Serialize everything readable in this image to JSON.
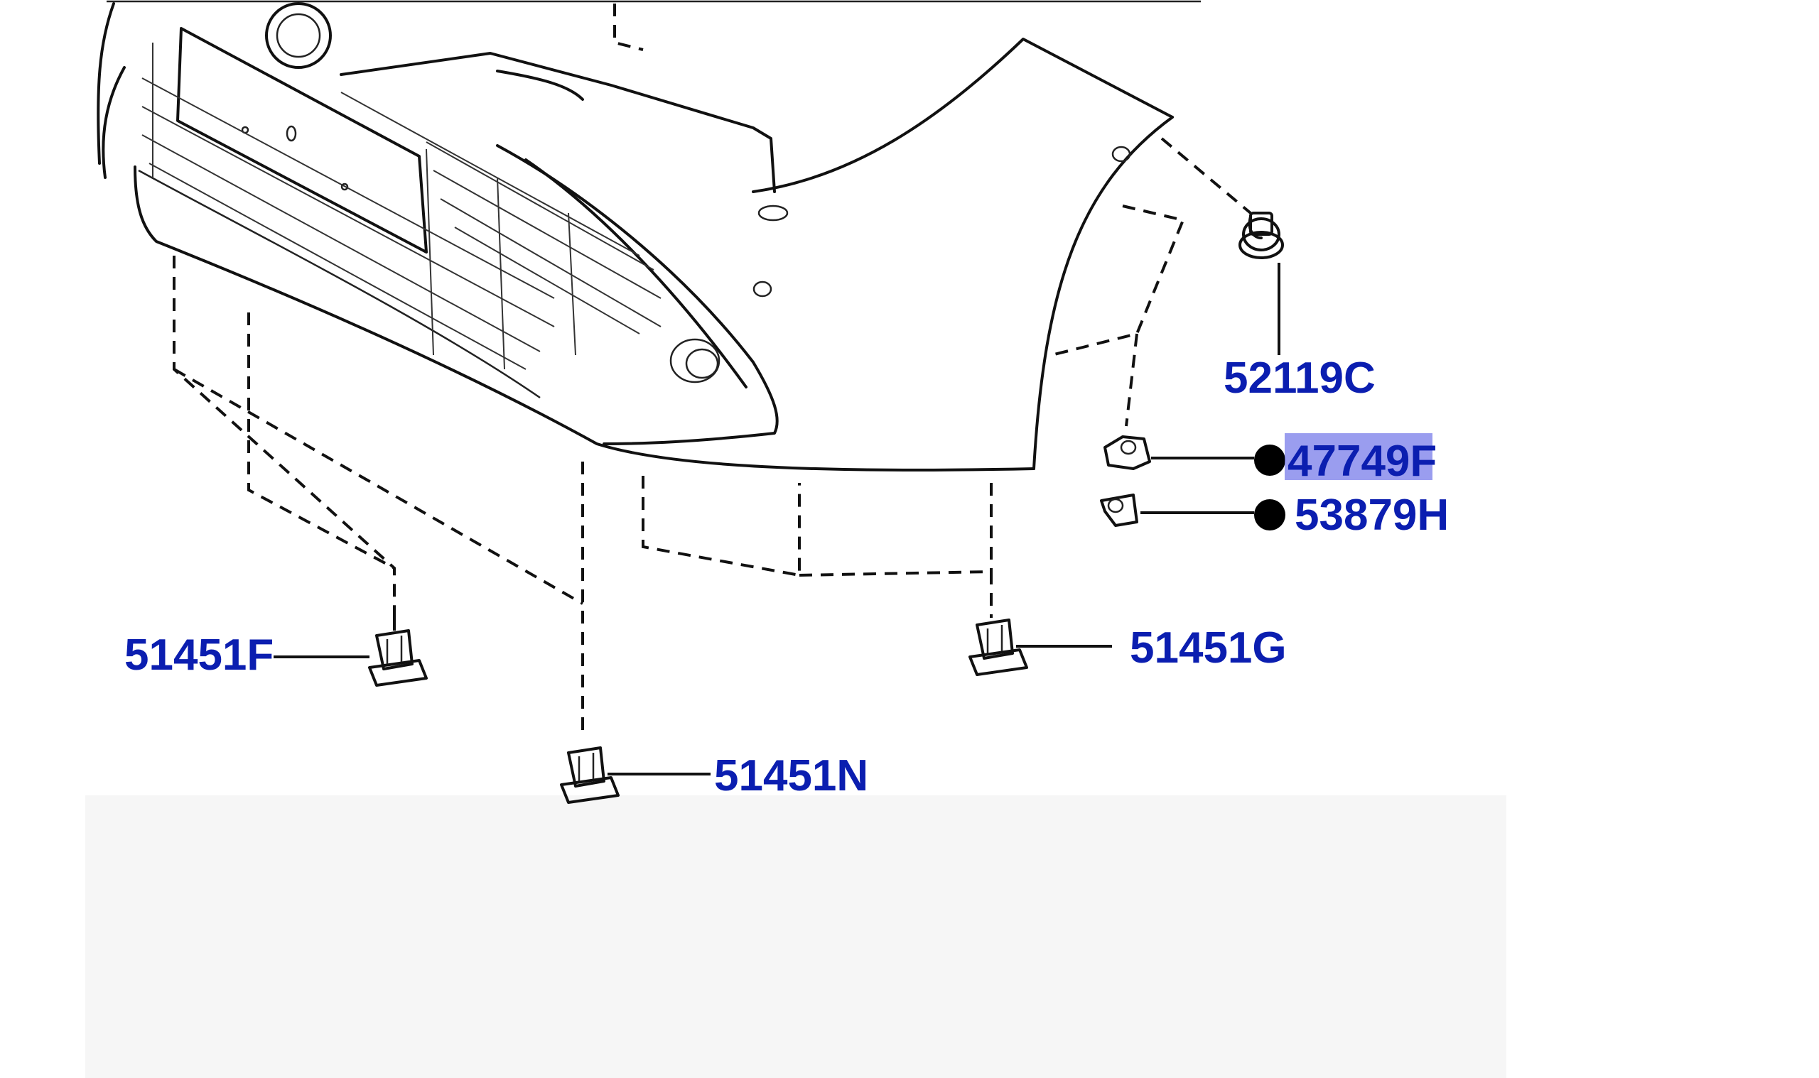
{
  "diagram": {
    "labels": {
      "clip_lower_left": "51451F",
      "clip_lower_center": "51451N",
      "clip_lower_right": "51451G",
      "screw_upper_right": "52119C",
      "retainer_selected": "47749F",
      "retainer_second": "53879H"
    },
    "selected_part": "47749F",
    "colors": {
      "label_text": "#0b1eb0",
      "selection_highlight": "#6f73e8",
      "line_art": "#111111",
      "marker_dot": "#000000"
    },
    "markers": [
      "filled-circle",
      "filled-circle"
    ]
  }
}
